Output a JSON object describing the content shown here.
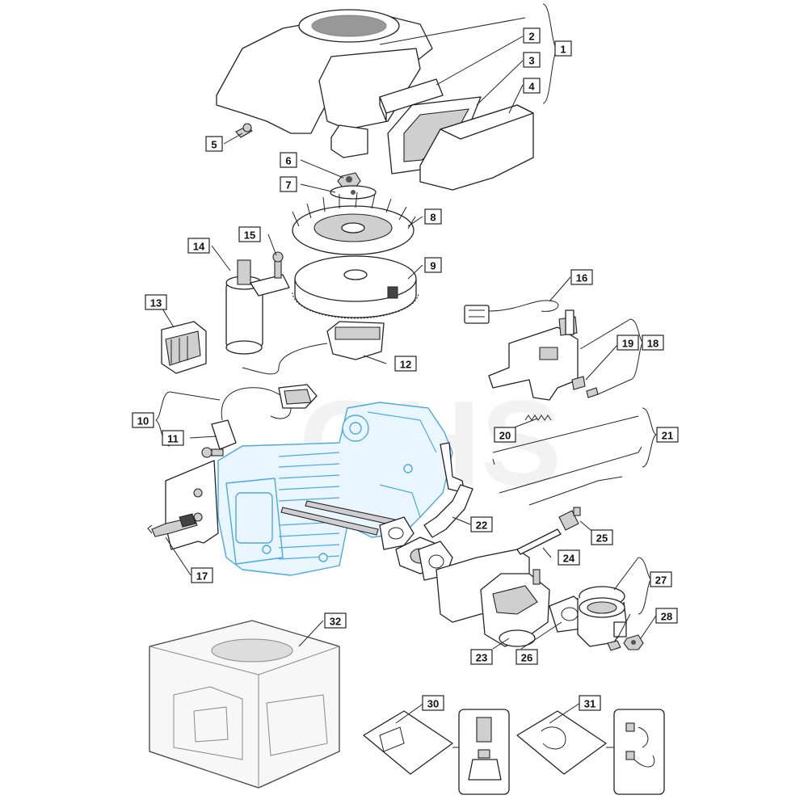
{
  "watermark": "GHS",
  "callouts": [
    {
      "id": "1",
      "label": "1"
    },
    {
      "id": "2",
      "label": "2"
    },
    {
      "id": "3",
      "label": "3"
    },
    {
      "id": "4",
      "label": "4"
    },
    {
      "id": "5",
      "label": "5"
    },
    {
      "id": "6",
      "label": "6"
    },
    {
      "id": "7",
      "label": "7"
    },
    {
      "id": "8",
      "label": "8"
    },
    {
      "id": "9",
      "label": "9"
    },
    {
      "id": "10",
      "label": "10"
    },
    {
      "id": "11",
      "label": "11"
    },
    {
      "id": "12",
      "label": "12"
    },
    {
      "id": "13",
      "label": "13"
    },
    {
      "id": "14",
      "label": "14"
    },
    {
      "id": "15",
      "label": "15"
    },
    {
      "id": "16",
      "label": "16"
    },
    {
      "id": "17",
      "label": "17"
    },
    {
      "id": "18",
      "label": "18"
    },
    {
      "id": "19",
      "label": "19"
    },
    {
      "id": "20",
      "label": "20"
    },
    {
      "id": "21",
      "label": "21"
    },
    {
      "id": "22",
      "label": "22"
    },
    {
      "id": "23",
      "label": "23"
    },
    {
      "id": "24",
      "label": "24"
    },
    {
      "id": "25",
      "label": "25"
    },
    {
      "id": "26",
      "label": "26"
    },
    {
      "id": "27",
      "label": "27"
    },
    {
      "id": "28",
      "label": "28"
    },
    {
      "id": "30",
      "label": "30"
    },
    {
      "id": "31",
      "label": "31"
    },
    {
      "id": "32",
      "label": "32"
    }
  ],
  "colors": {
    "engine_highlight": "#4aa8e0",
    "ink": "#222222"
  }
}
